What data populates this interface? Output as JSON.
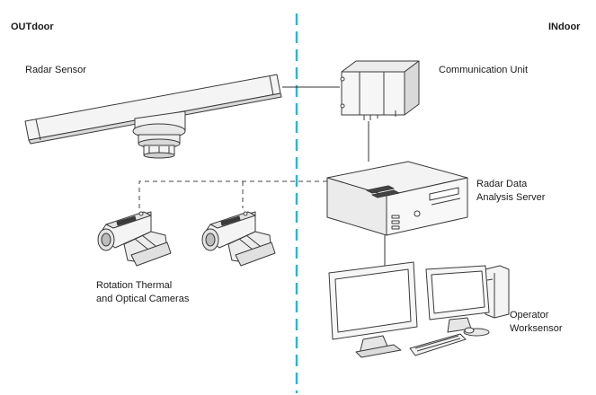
{
  "zones": {
    "outdoor": "OUTdoor",
    "indoor": "INdoor"
  },
  "labels": {
    "radar_sensor": "Radar Sensor",
    "communication_unit": "Communication Unit",
    "server_line1": "Radar Data",
    "server_line2": "Analysis Server",
    "cameras_line1": "Rotation Thermal",
    "cameras_line2": "and Optical Cameras",
    "operator_line1": "Operator",
    "operator_line2": "Worksensor"
  },
  "colors": {
    "divider": "#26b6d6",
    "line": "#333333",
    "device_stroke": "#3a3a3a",
    "device_fill": "#f4f4f4",
    "device_shade": "#d9d9d9"
  }
}
